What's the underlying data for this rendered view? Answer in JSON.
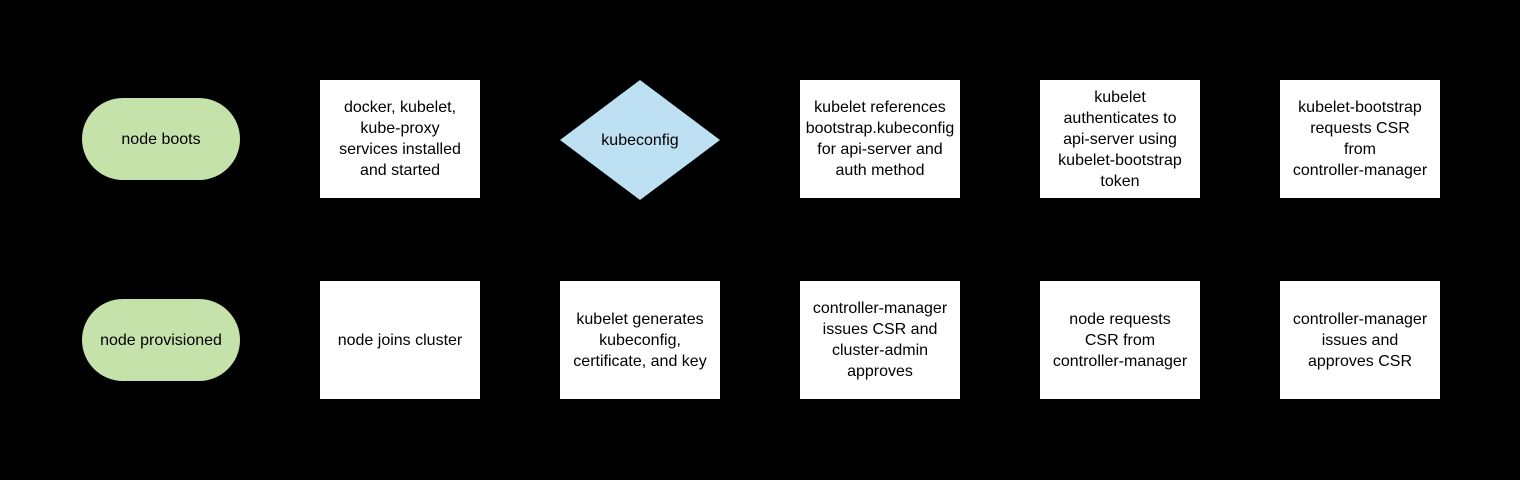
{
  "flowchart": {
    "colors": {
      "canvas_bg": "#000000",
      "terminator_fill": "#c6e2ab",
      "decision_fill": "#bee0f3",
      "process_fill": "#ffffff",
      "text_color": "#000000"
    },
    "top_row": {
      "start": {
        "label": "node boots"
      },
      "services": {
        "label": "docker, kubelet,\nkube-proxy\nservices installed\nand started"
      },
      "decision": {
        "label": "kubeconfig"
      },
      "references": {
        "label": "kubelet references\nbootstrap.kubeconfig\nfor api-server and\nauth method"
      },
      "authenticates": {
        "label": "kubelet\nauthenticates to\napi-server using\nkubelet-bootstrap\ntoken"
      },
      "requests_csr": {
        "label": "kubelet-bootstrap\nrequests CSR\nfrom\ncontroller-manager"
      }
    },
    "bottom_row": {
      "end": {
        "label": "node provisioned"
      },
      "joins_cluster": {
        "label": "node joins cluster"
      },
      "generates": {
        "label": "kubelet generates\nkubeconfig,\ncertificate, and key"
      },
      "cm_issues_admin_approves": {
        "label": "controller-manager\nissues CSR and\ncluster-admin\napproves"
      },
      "node_requests_csr": {
        "label": "node requests\nCSR from\ncontroller-manager"
      },
      "cm_issues_and_approves": {
        "label": "controller-manager\nissues and\napproves CSR"
      }
    }
  }
}
